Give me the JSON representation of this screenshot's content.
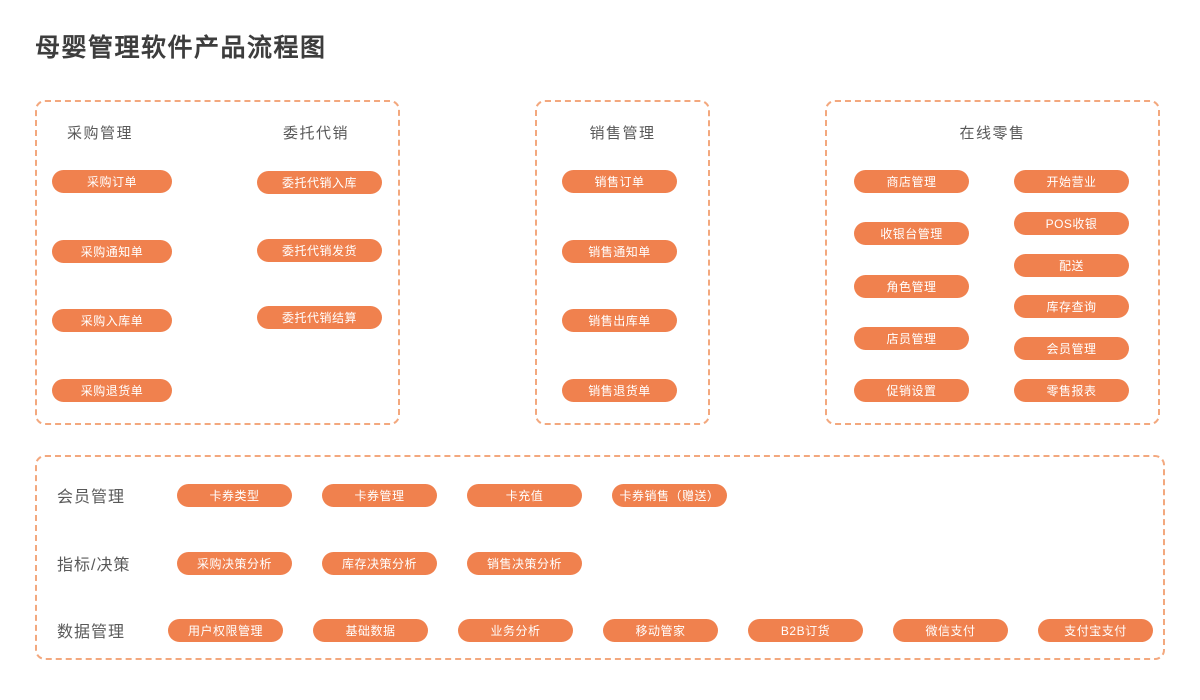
{
  "title": "母婴管理软件产品流程图",
  "colors": {
    "accent": "#f0814e",
    "dashed_border": "#f3a87e",
    "header_text": "#595959",
    "title_text": "#3d3d3d"
  },
  "purchase_box": {
    "col1_header": "采购管理",
    "col1_items": [
      "采购订单",
      "采购通知单",
      "采购入库单",
      "采购退货单"
    ],
    "col2_header": "委托代销",
    "col2_items": [
      "委托代销入库",
      "委托代销发货",
      "委托代销结算"
    ]
  },
  "sales_box": {
    "header": "销售管理",
    "items": [
      "销售订单",
      "销售通知单",
      "销售出库单",
      "销售退货单"
    ]
  },
  "retail_box": {
    "header": "在线零售",
    "col1_items": [
      "商店管理",
      "收银台管理",
      "角色管理",
      "店员管理",
      "促销设置"
    ],
    "col2_items": [
      "开始营业",
      "POS收银",
      "配送",
      "库存查询",
      "会员管理",
      "零售报表"
    ]
  },
  "bottom_box": {
    "rows": [
      {
        "label": "会员管理",
        "items": [
          "卡券类型",
          "卡券管理",
          "卡充值",
          "卡券销售（赠送）"
        ]
      },
      {
        "label": "指标/决策",
        "items": [
          "采购决策分析",
          "库存决策分析",
          "销售决策分析"
        ]
      },
      {
        "label": "数据管理",
        "items": [
          "用户权限管理",
          "基础数据",
          "业务分析",
          "移动管家",
          "B2B订货",
          "微信支付",
          "支付宝支付"
        ]
      }
    ]
  }
}
